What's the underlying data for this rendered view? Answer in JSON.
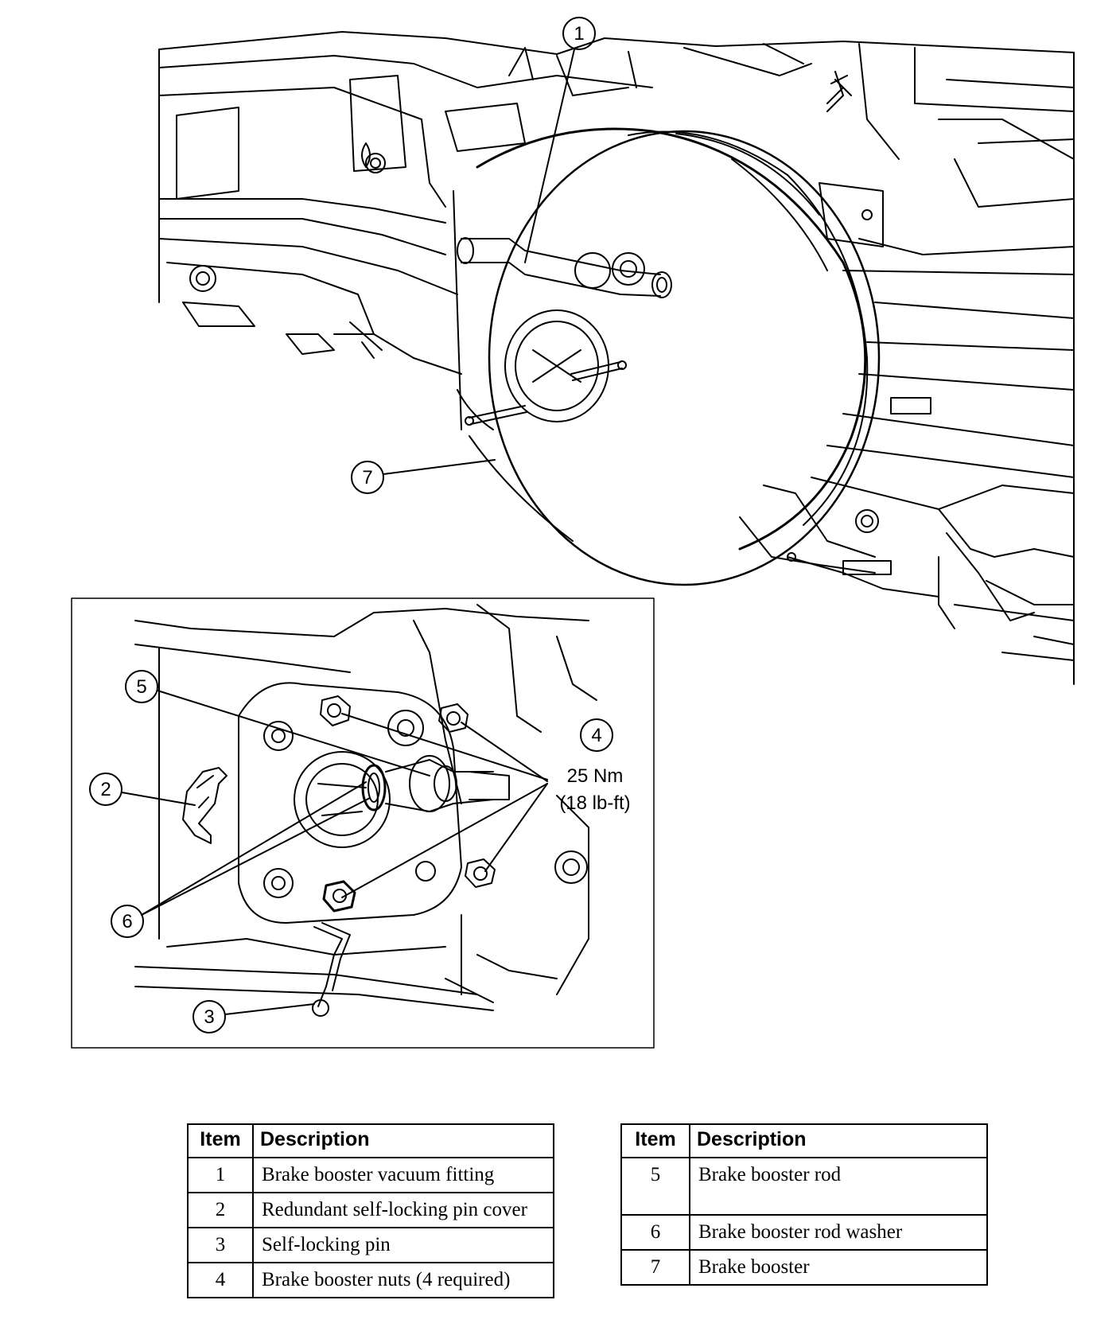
{
  "callouts": {
    "c1": "1",
    "c2": "2",
    "c3": "3",
    "c4": "4",
    "c5": "5",
    "c6": "6",
    "c7": "7"
  },
  "torque": {
    "line1": "25 Nm",
    "line2": "(18 lb-ft)"
  },
  "table_left": {
    "header_item": "Item",
    "header_desc": "Description",
    "rows": [
      {
        "item": "1",
        "desc": "Brake booster vacuum fitting"
      },
      {
        "item": "2",
        "desc": "Redundant self-locking pin cover"
      },
      {
        "item": "3",
        "desc": "Self-locking pin"
      },
      {
        "item": "4",
        "desc": "Brake booster nuts (4 required)"
      }
    ]
  },
  "table_right": {
    "header_item": "Item",
    "header_desc": "Description",
    "rows": [
      {
        "item": "5",
        "desc": "Brake booster rod"
      },
      {
        "item": "6",
        "desc": "Brake booster rod washer"
      },
      {
        "item": "7",
        "desc": "Brake booster"
      }
    ]
  }
}
